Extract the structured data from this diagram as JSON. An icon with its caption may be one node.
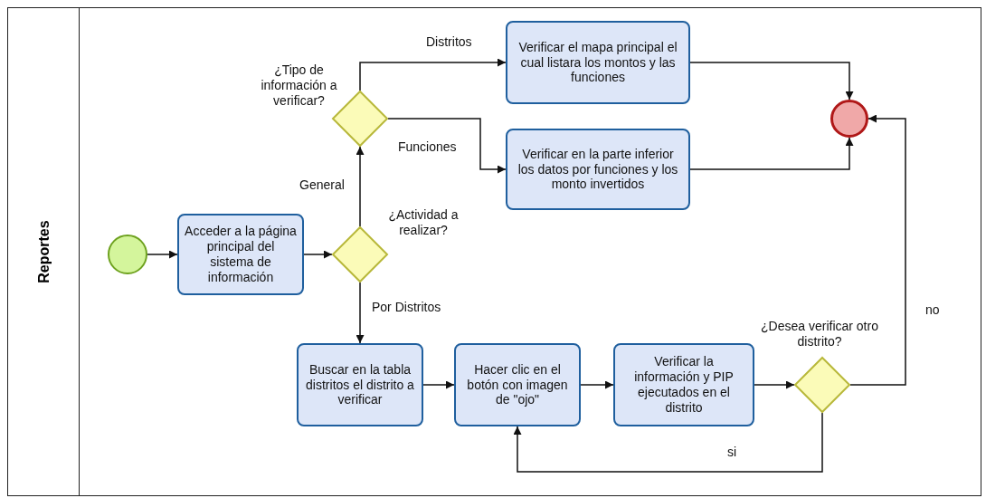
{
  "diagram": {
    "nodes": [
      {
        "text": [
          "Reportes"
        ]
      },
      {
        "text": [],
        "shape": "circle",
        "in": 0
      },
      {
        "text": [
          "Acceder a la página principal del sistema de información"
        ],
        "in": 0
      },
      {
        "text": [
          "¿Actividad a realizar?"
        ],
        "in": 0
      },
      {
        "text": [
          "¿Tipo de información a verificar?"
        ],
        "in": 0
      },
      {
        "text": [
          "Verificar el mapa principal el cual listara los montos y las funciones"
        ],
        "in": 0
      },
      {
        "text": [
          "Verificar en la parte inferior los datos por funciones y los monto invertidos"
        ],
        "in": 0
      },
      {
        "text": [],
        "shape": "circle",
        "in": 0
      },
      {
        "text": [
          "Buscar en la tabla distritos el distrito a verificar"
        ],
        "in": 0
      },
      {
        "text": [
          "Hacer clic en el botón con imagen de \"ojo\""
        ],
        "in": 0
      },
      {
        "text": [
          "Verificar la información y PIP ejecutados en el distrito"
        ],
        "in": 0
      },
      {
        "text": [
          "¿Desea verificar otro distrito?"
        ],
        "in": 0
      }
    ],
    "edges": [
      {
        "from": 1,
        "to": 2,
        "arrow": "to"
      },
      {
        "from": 2,
        "to": 3,
        "arrow": "to"
      },
      {
        "from": 3,
        "to": 4,
        "arrow": "to",
        "label": "General"
      },
      {
        "from": 3,
        "to": 8,
        "arrow": "to",
        "label": "Por Distritos"
      },
      {
        "from": 4,
        "to": 5,
        "arrow": "to",
        "label": "Distritos"
      },
      {
        "from": 4,
        "to": 6,
        "arrow": "to",
        "label": "Funciones"
      },
      {
        "from": 5,
        "to": 7,
        "arrow": "to"
      },
      {
        "from": 6,
        "to": 7,
        "arrow": "to"
      },
      {
        "from": 8,
        "to": 9,
        "arrow": "to"
      },
      {
        "from": 9,
        "to": 10,
        "arrow": "to"
      },
      {
        "from": 10,
        "to": 11,
        "arrow": "to"
      },
      {
        "from": 11,
        "to": 7,
        "arrow": "to",
        "label": "no"
      },
      {
        "from": 11,
        "to": 9,
        "arrow": "to",
        "label": "si"
      }
    ]
  }
}
